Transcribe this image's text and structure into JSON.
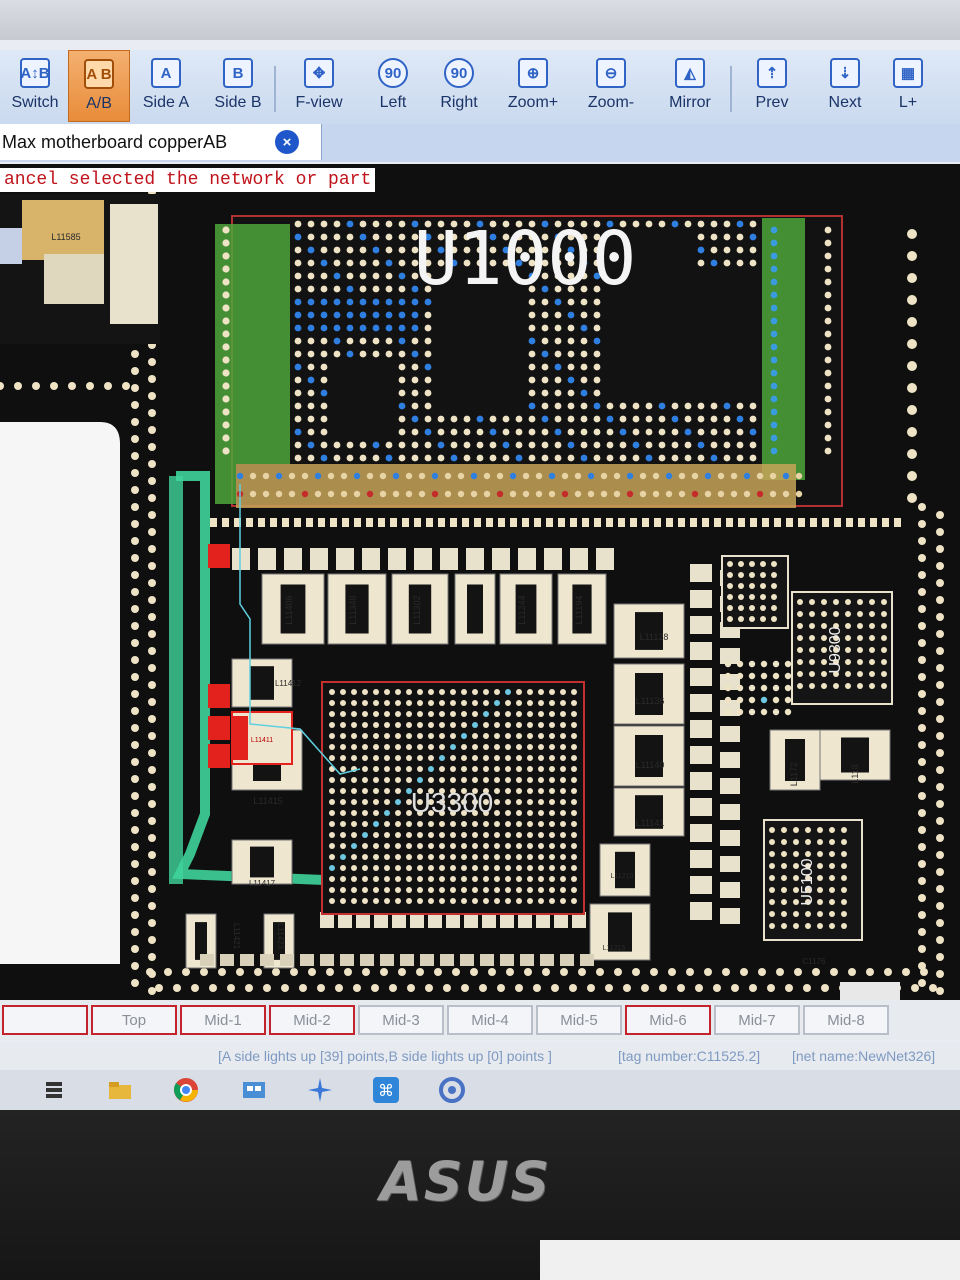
{
  "toolbar": {
    "items": [
      {
        "label": "Switch",
        "icon": "switch-icon",
        "glyph": "A↕B"
      },
      {
        "label": "A/B",
        "icon": "ab-view-icon",
        "glyph": "A B",
        "active": true
      },
      {
        "label": "Side A",
        "icon": "side-a-icon",
        "glyph": "A"
      },
      {
        "label": "Side B",
        "icon": "side-b-icon",
        "glyph": "B"
      },
      {
        "label": "F-view",
        "icon": "fit-view-icon",
        "glyph": "✥"
      },
      {
        "label": "Left",
        "icon": "rotate-left-icon",
        "glyph": "90"
      },
      {
        "label": "Right",
        "icon": "rotate-right-icon",
        "glyph": "90"
      },
      {
        "label": "Zoom+",
        "icon": "zoom-in-icon",
        "glyph": "⊕"
      },
      {
        "label": "Zoom-",
        "icon": "zoom-out-icon",
        "glyph": "⊖"
      },
      {
        "label": "Mirror",
        "icon": "mirror-icon",
        "glyph": "◭"
      },
      {
        "label": "Prev",
        "icon": "prev-icon",
        "glyph": "⇡"
      },
      {
        "label": "Next",
        "icon": "next-icon",
        "glyph": "⇣"
      },
      {
        "label": "L+",
        "icon": "layer-plus-icon",
        "glyph": "▦"
      }
    ]
  },
  "document_tab": {
    "label": "Max motherboard copperAB",
    "close_glyph": "×"
  },
  "board": {
    "hint": "ancel selected the network or part",
    "chip_labels": {
      "u1000": "U1000",
      "u3300": "U3300",
      "u9300": "U9300",
      "u5100": "U5100"
    },
    "part_labels": [
      "L11585",
      "L11406",
      "L11348",
      "L11302",
      "L11244",
      "L11194",
      "L11128",
      "L11136",
      "L11140",
      "L11141",
      "L11412",
      "L11411",
      "L11415",
      "L11417",
      "L11421",
      "L11423",
      "L11215",
      "L11210",
      "L1172",
      "L118",
      "C1176"
    ],
    "colors": {
      "background": "#0f0f10",
      "pad": "#efe3c5",
      "net_highlight": "#3fd49a",
      "selected_part": "#e3211d",
      "via_blue": "#2f7fe0",
      "gold_pad": "#d8b46a"
    }
  },
  "layers": {
    "tabs": [
      "",
      "Top",
      "Mid-1",
      "Mid-2",
      "Mid-3",
      "Mid-4",
      "Mid-5",
      "Mid-6",
      "Mid-7",
      "Mid-8"
    ],
    "selected": [
      0,
      1,
      2,
      3,
      7
    ]
  },
  "status": {
    "lights": "[A side lights up [39] points,B side lights up [0] points ]",
    "tag": "[tag number:C11525.2]",
    "net": "[net name:NewNet326]"
  },
  "taskbar": {
    "icons": [
      "task-view-icon",
      "file-explorer-icon",
      "chrome-icon",
      "store-icon",
      "star-app-icon",
      "board-viewer-icon",
      "settings-ring-icon"
    ]
  },
  "monitor": {
    "brand": "ASUS"
  }
}
